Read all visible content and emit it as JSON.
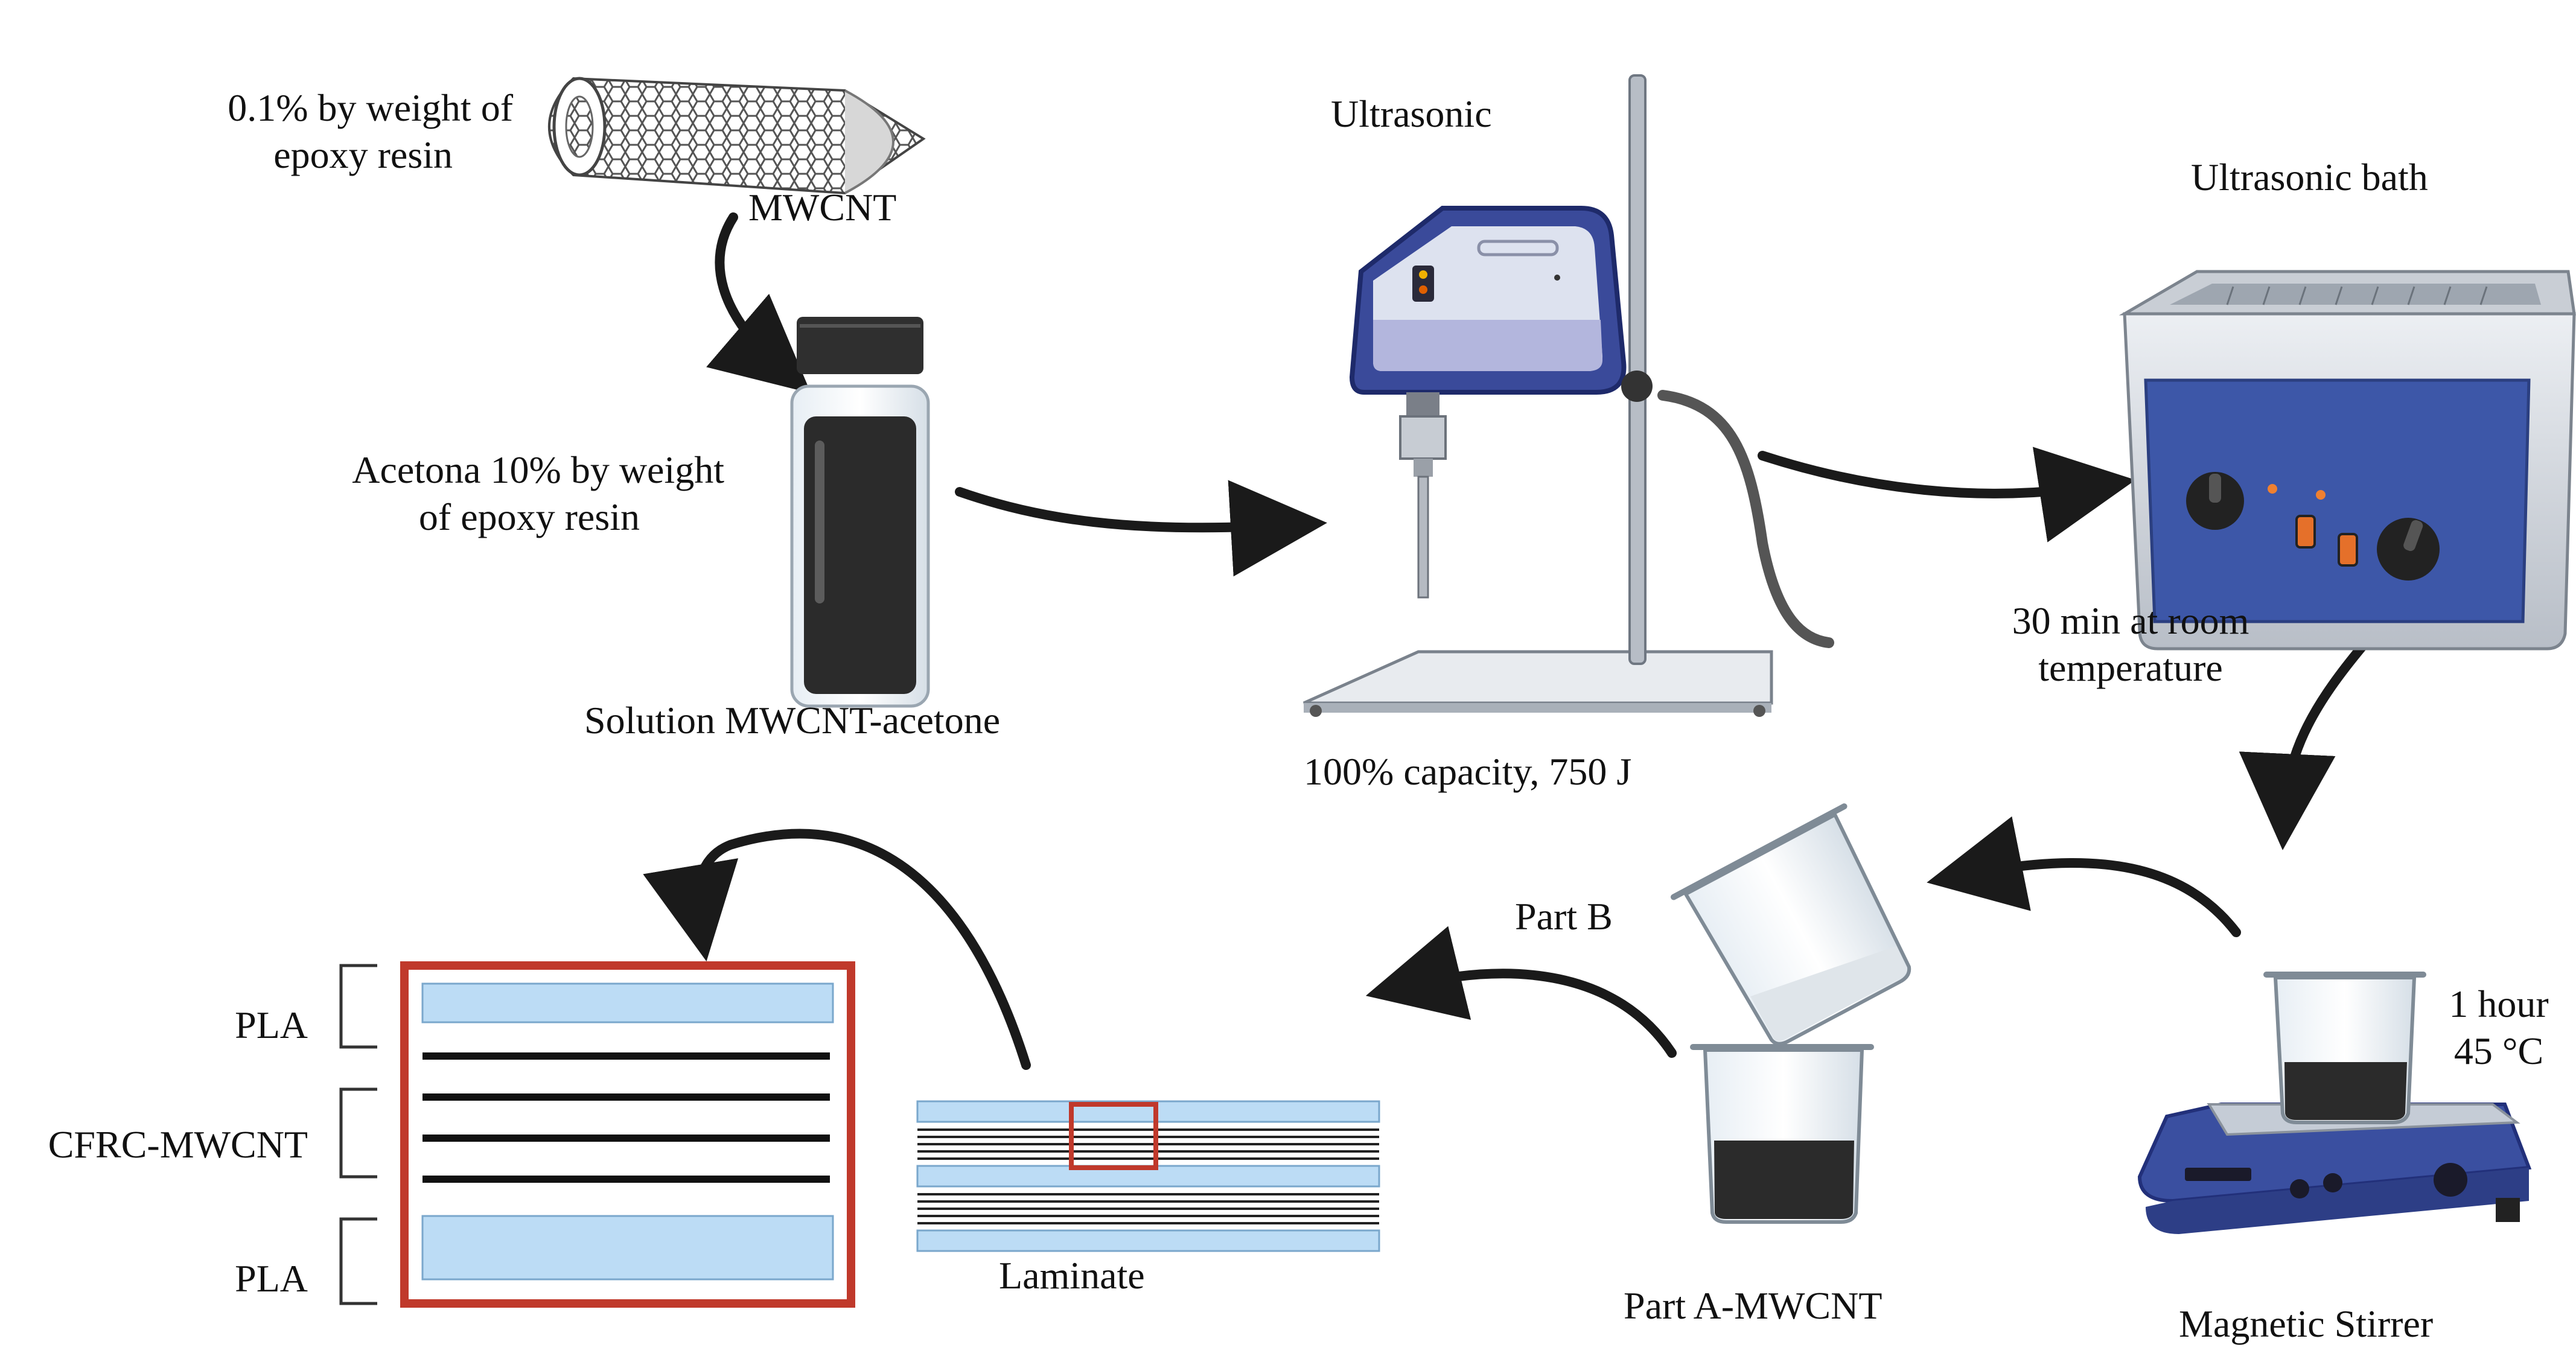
{
  "labels": {
    "mwcnt_ratio": [
      "0.1% by weight of",
      "epoxy resin"
    ],
    "mwcnt": "MWCNT",
    "acetona": [
      "Acetona 10% by weight",
      "of epoxy resin"
    ],
    "solution": "Solution MWCNT-acetone",
    "ultrasonic": "Ultrasonic",
    "ultrasonic_capacity": "100% capacity, 750 J",
    "ultrasonic_bath": "Ultrasonic bath",
    "bath_time": [
      "30 min at room",
      "temperature"
    ],
    "stirrer_time": [
      "1 hour",
      "45 °C"
    ],
    "magnetic_stirrer": "Magnetic Stirrer",
    "part_b": "Part B",
    "part_a": "Part A-MWCNT",
    "laminate": "Laminate",
    "layer_top": "PLA",
    "layer_middle": "CFRC-MWCNT",
    "layer_bottom": "PLA"
  },
  "colors": {
    "arrow": "#1a1a1a",
    "zoom_frame": "#c0392b",
    "pla_layer": "#bcdcf5",
    "device_blue": "#2e4a9e",
    "liquid_dark": "#2b2b2b"
  },
  "icons": [
    "nanotube-icon",
    "vial-icon",
    "sonicator-icon",
    "ultrasonic-bath-icon",
    "magnetic-stirrer-icon",
    "beaker-icon",
    "pouring-beaker-icon",
    "laminate-icon"
  ]
}
